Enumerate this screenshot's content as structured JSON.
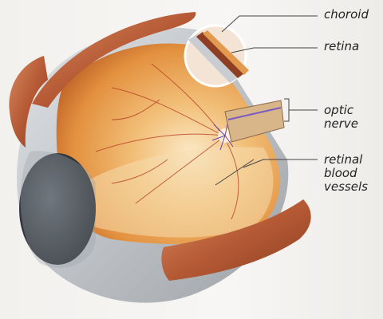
{
  "labels": {
    "choroid": "choroid",
    "retina": "retina",
    "optic_nerve": "optic\nnerve",
    "retinal_blood_vessels": "retinal\nblood\nvessels"
  },
  "colors": {
    "sclera": "#c9ccd0",
    "retina_interior": "#e39a4e",
    "muscle": "#b85a35",
    "pupil": "#2b2f36"
  }
}
